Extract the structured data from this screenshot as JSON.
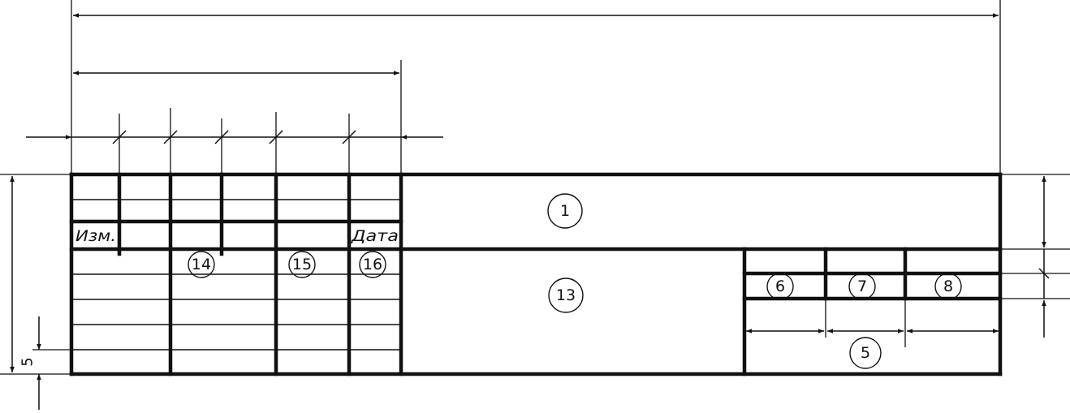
{
  "diagram": {
    "callouts": {
      "c1": "1",
      "c13": "13",
      "c14": "14",
      "c15": "15",
      "c16": "16",
      "c6": "6",
      "c7": "7",
      "c8": "8",
      "c5": "5"
    },
    "cell_labels": {
      "izm": "Изм.",
      "data": "Дата"
    },
    "dimension_labels": {
      "row_height": "5"
    },
    "colors": {
      "ink": "#111111",
      "background": "#ffffff"
    }
  }
}
